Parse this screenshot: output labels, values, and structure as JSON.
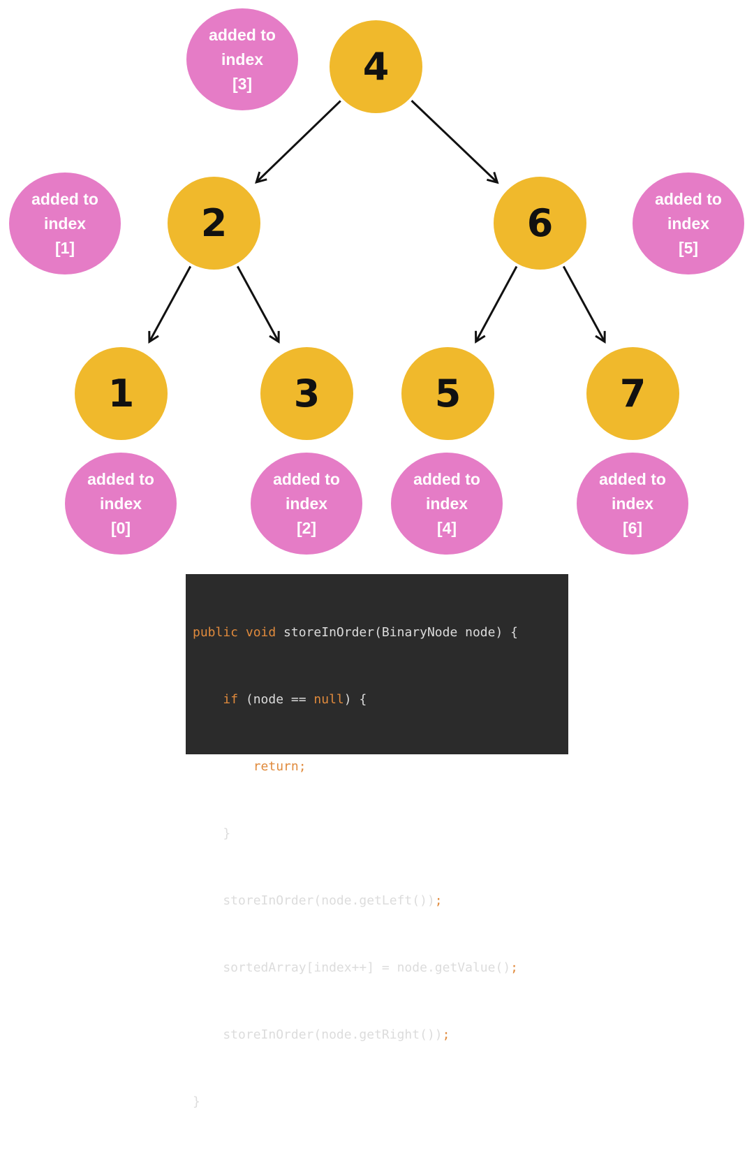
{
  "colors": {
    "node_fill": "#f0b92c",
    "bubble_fill": "#e57cc6",
    "arrow": "#111111",
    "code_bg": "#2b2b2b",
    "code_keyword": "#e08a3c",
    "code_text": "#dcdcdc"
  },
  "tree": {
    "nodes": [
      {
        "id": "n4",
        "value": "4",
        "bubble": {
          "line1": "added to",
          "line2": "index",
          "line3": "[3]"
        }
      },
      {
        "id": "n2",
        "value": "2",
        "bubble": {
          "line1": "added to",
          "line2": "index",
          "line3": "[1]"
        }
      },
      {
        "id": "n6",
        "value": "6",
        "bubble": {
          "line1": "added to",
          "line2": "index",
          "line3": "[5]"
        }
      },
      {
        "id": "n1",
        "value": "1",
        "bubble": {
          "line1": "added to",
          "line2": "index",
          "line3": "[0]"
        }
      },
      {
        "id": "n3",
        "value": "3",
        "bubble": {
          "line1": "added to",
          "line2": "index",
          "line3": "[2]"
        }
      },
      {
        "id": "n5",
        "value": "5",
        "bubble": {
          "line1": "added to",
          "line2": "index",
          "line3": "[4]"
        }
      },
      {
        "id": "n7",
        "value": "7",
        "bubble": {
          "line1": "added to",
          "line2": "index",
          "line3": "[6]"
        }
      }
    ],
    "edges": [
      {
        "from": "n4",
        "to": "n2"
      },
      {
        "from": "n4",
        "to": "n6"
      },
      {
        "from": "n2",
        "to": "n1"
      },
      {
        "from": "n2",
        "to": "n3"
      },
      {
        "from": "n6",
        "to": "n5"
      },
      {
        "from": "n6",
        "to": "n7"
      }
    ]
  },
  "code": {
    "lines": [
      [
        {
          "t": "public void ",
          "k": true
        },
        {
          "t": "storeInOrder(BinaryNode node) {",
          "k": false
        }
      ],
      [
        {
          "t": "    ",
          "k": false
        },
        {
          "t": "if",
          "k": true
        },
        {
          "t": " (node == ",
          "k": false
        },
        {
          "t": "null",
          "k": true
        },
        {
          "t": ") {",
          "k": false
        }
      ],
      [
        {
          "t": "        ",
          "k": false
        },
        {
          "t": "return;",
          "k": true
        }
      ],
      [
        {
          "t": "    }",
          "k": false
        }
      ],
      [
        {
          "t": "    storeInOrder(node.getLeft())",
          "k": false
        },
        {
          "t": ";",
          "k": true
        }
      ],
      [
        {
          "t": "    sortedArray[index++] = node.getValue()",
          "k": false
        },
        {
          "t": ";",
          "k": true
        }
      ],
      [
        {
          "t": "    storeInOrder(node.getRight())",
          "k": false
        },
        {
          "t": ";",
          "k": true
        }
      ],
      [
        {
          "t": "}",
          "k": false
        }
      ]
    ]
  }
}
